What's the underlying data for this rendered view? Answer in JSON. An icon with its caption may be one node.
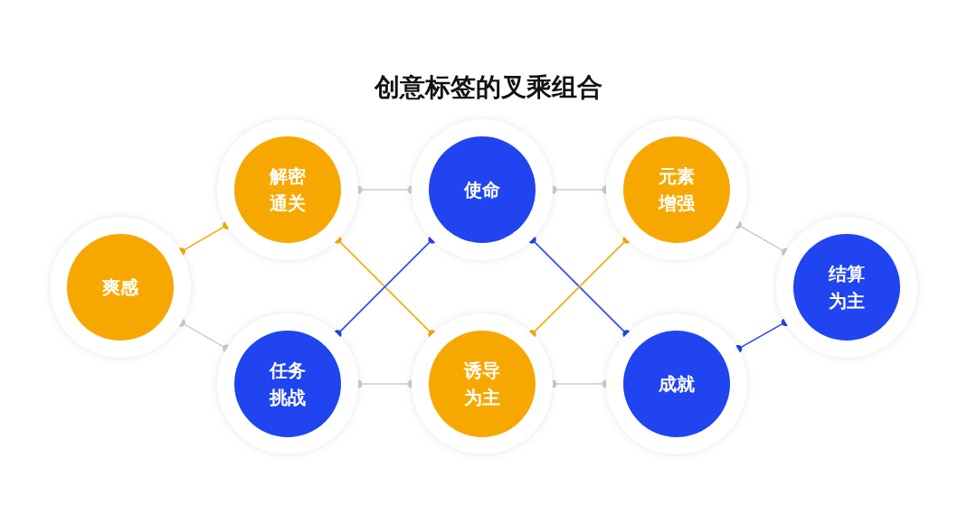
{
  "diagram": {
    "title": "创意标签的叉乘组合",
    "nodes": [
      {
        "text": [
          "爽感"
        ]
      },
      {
        "text": [
          "解密通关"
        ]
      },
      {
        "text": [
          "任务挑战"
        ]
      },
      {
        "text": [
          "使命"
        ]
      },
      {
        "text": [
          "诱导为主"
        ]
      },
      {
        "text": [
          "元素增强"
        ]
      },
      {
        "text": [
          "成就"
        ]
      },
      {
        "text": [
          "结算为主"
        ]
      }
    ],
    "edges": [
      {
        "from": 0,
        "to": 1,
        "arrow": "other",
        "color": "#f7a800"
      },
      {
        "from": 0,
        "to": 2,
        "arrow": "other"
      },
      {
        "from": 1,
        "to": 3,
        "arrow": "other"
      },
      {
        "from": 1,
        "to": 4,
        "arrow": "other",
        "color": "#f7a800"
      },
      {
        "from": 2,
        "to": 3,
        "arrow": "other",
        "color": "#1f44f0"
      },
      {
        "from": 2,
        "to": 4,
        "arrow": "other"
      },
      {
        "from": 3,
        "to": 5,
        "arrow": "other"
      },
      {
        "from": 3,
        "to": 6,
        "arrow": "other",
        "color": "#1f44f0"
      },
      {
        "from": 4,
        "to": 5,
        "arrow": "other",
        "color": "#f7a800"
      },
      {
        "from": 4,
        "to": 6,
        "arrow": "other"
      },
      {
        "from": 5,
        "to": 7,
        "arrow": "other"
      },
      {
        "from": 6,
        "to": 7,
        "arrow": "other",
        "color": "#1f44f0"
      }
    ]
  }
}
